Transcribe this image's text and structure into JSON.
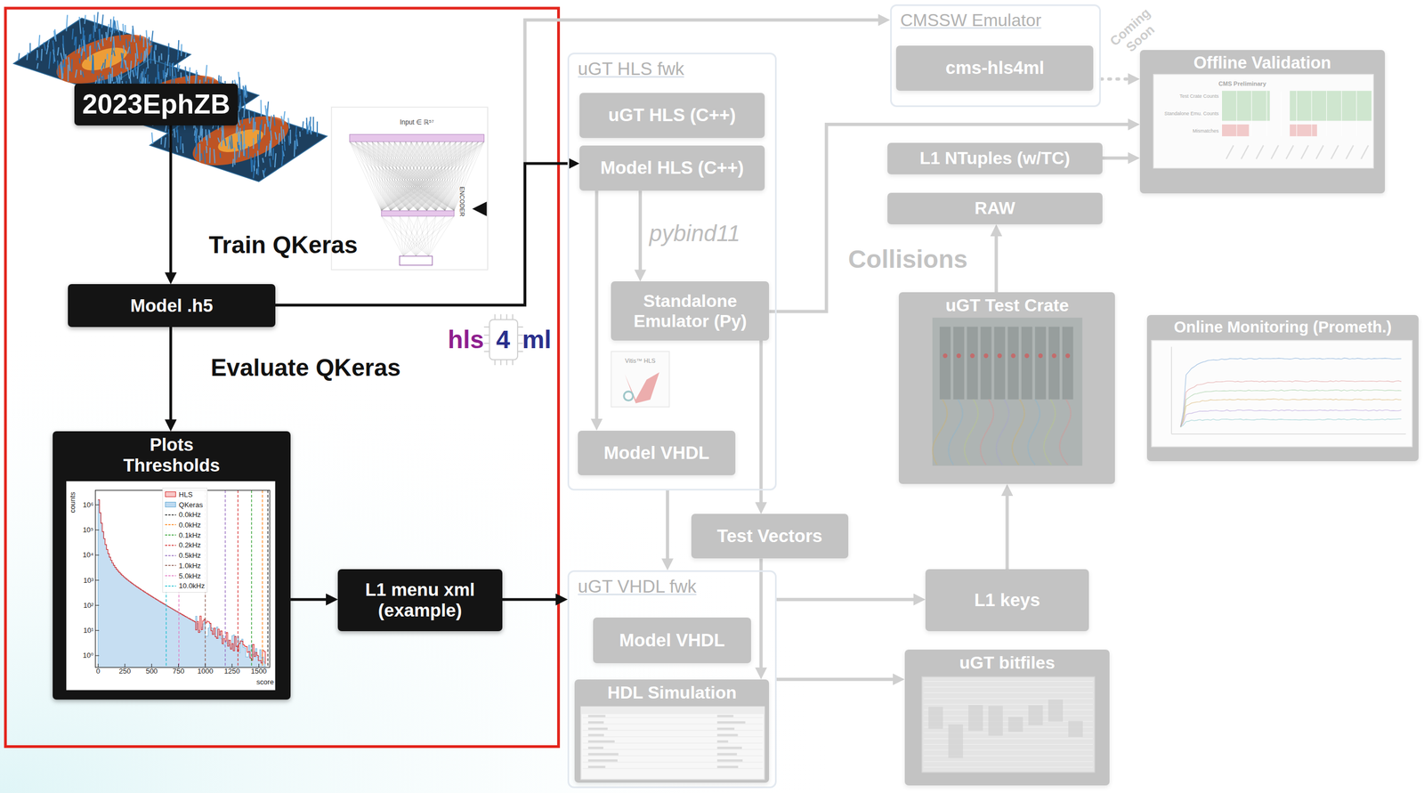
{
  "diagram": {
    "nodes": [
      {
        "text": [
          "2023EphZB"
        ]
      },
      {
        "text": [
          "Model .h5"
        ]
      },
      {
        "text": [
          "Plots Thresholds"
        ]
      },
      {
        "text": [
          "L1 menu xml (example)"
        ]
      },
      {
        "text": [
          "CMSSW Emulator"
        ]
      },
      {
        "text": [
          "cms-hls4ml"
        ],
        "in": 4
      },
      {
        "text": [
          "uGT HLS fwk"
        ]
      },
      {
        "text": [
          "uGT HLS (C++)"
        ],
        "in": 6
      },
      {
        "text": [
          "Model HLS (C++)"
        ],
        "in": 6
      },
      {
        "text": [
          "Standalone Emulator (Py)"
        ],
        "in": 6
      },
      {
        "text": [
          "Model VHDL"
        ],
        "in": 6
      },
      {
        "text": [
          "Test Vectors"
        ]
      },
      {
        "text": [
          "uGT VHDL fwk"
        ]
      },
      {
        "text": [
          "Model VHDL"
        ],
        "in": 12
      },
      {
        "text": [
          "HDL Simulation"
        ],
        "in": 12
      },
      {
        "text": [
          "L1 NTuples (w/TC)"
        ]
      },
      {
        "text": [
          "RAW"
        ]
      },
      {
        "text": [
          "uGT Test Crate"
        ]
      },
      {
        "text": [
          "L1 keys"
        ]
      },
      {
        "text": [
          "uGT bitfiles"
        ]
      },
      {
        "text": [
          "Offline Validation"
        ]
      },
      {
        "text": [
          "Online Monitoring (Prometh.)"
        ]
      }
    ],
    "edges": [
      {
        "from": 0,
        "to": 1,
        "label": "Train QKeras",
        "arrow": "to"
      },
      {
        "from": 1,
        "to": 2,
        "label": "Evaluate QKeras",
        "arrow": "to"
      },
      {
        "from": 2,
        "to": 3,
        "arrow": "to"
      },
      {
        "from": 3,
        "to": 12,
        "arrow": "to"
      },
      {
        "from": 1,
        "to": 4,
        "arrow": "to"
      },
      {
        "from": 1,
        "to": 8,
        "arrow": "to"
      },
      {
        "from": 8,
        "to": 9,
        "label": "pybind11",
        "arrow": "to"
      },
      {
        "from": 8,
        "to": 10,
        "arrow": "to"
      },
      {
        "from": 9,
        "to": 20,
        "arrow": "to"
      },
      {
        "from": 9,
        "to": 11,
        "arrow": "to"
      },
      {
        "from": 6,
        "to": 12,
        "arrow": "to"
      },
      {
        "from": 11,
        "to": 14,
        "arrow": "to"
      },
      {
        "from": 12,
        "to": 18,
        "arrow": "to"
      },
      {
        "from": 12,
        "to": 19,
        "arrow": "to"
      },
      {
        "from": 18,
        "to": 17,
        "arrow": "to"
      },
      {
        "from": 17,
        "to": 16,
        "label": "Collisions",
        "arrow": "to"
      },
      {
        "from": 15,
        "to": 20,
        "arrow": "to"
      },
      {
        "from": 4,
        "to": 20,
        "arrow": "to"
      }
    ],
    "labels": [
      "Input ∈ ℝ⁵⁷",
      "ENCODER",
      "hls",
      "4",
      "ml",
      "counts",
      "10⁶",
      "10⁵",
      "10⁴",
      "10³",
      "10²",
      "10¹",
      "10⁰",
      "0",
      "250",
      "500",
      "750",
      "1000",
      "1250",
      "1500",
      "score",
      "Coming Soon",
      "Vitis™ HLS",
      "CMS Preliminary",
      "Test Crate Counts",
      "Standalone Emu. Counts",
      "Mismatches"
    ],
    "legend": [
      {
        "text": "HLS",
        "color": "#f7c6c6"
      },
      {
        "text": "QKeras",
        "color": "#bcd9f0"
      },
      {
        "text": "0.0kHz"
      },
      {
        "text": "0.0kHz"
      },
      {
        "text": "0.1kHz"
      },
      {
        "text": "0.2kHz"
      },
      {
        "text": "0.5kHz"
      },
      {
        "text": "1.0kHz"
      },
      {
        "text": "5.0kHz"
      },
      {
        "text": "10.0kHz"
      }
    ]
  }
}
